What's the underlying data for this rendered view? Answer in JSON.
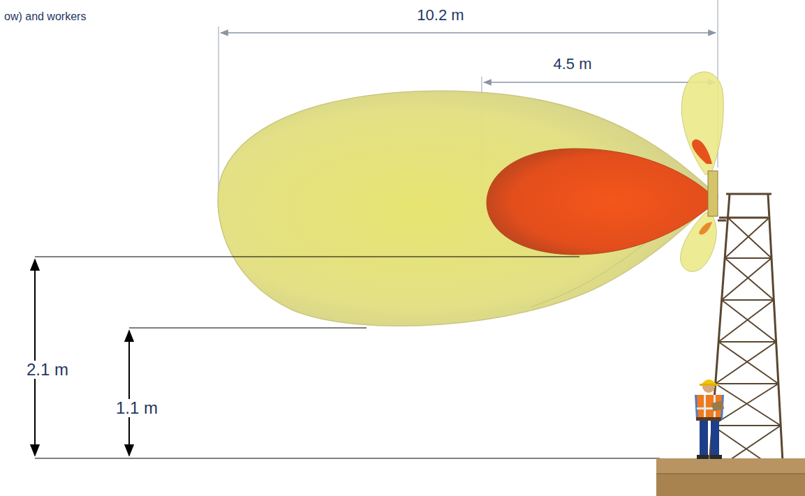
{
  "diagram": {
    "labels": [
      "ow) and workers",
      "10.2 m",
      "4.5 m",
      "2.1 m",
      "1.1 m"
    ]
  }
}
